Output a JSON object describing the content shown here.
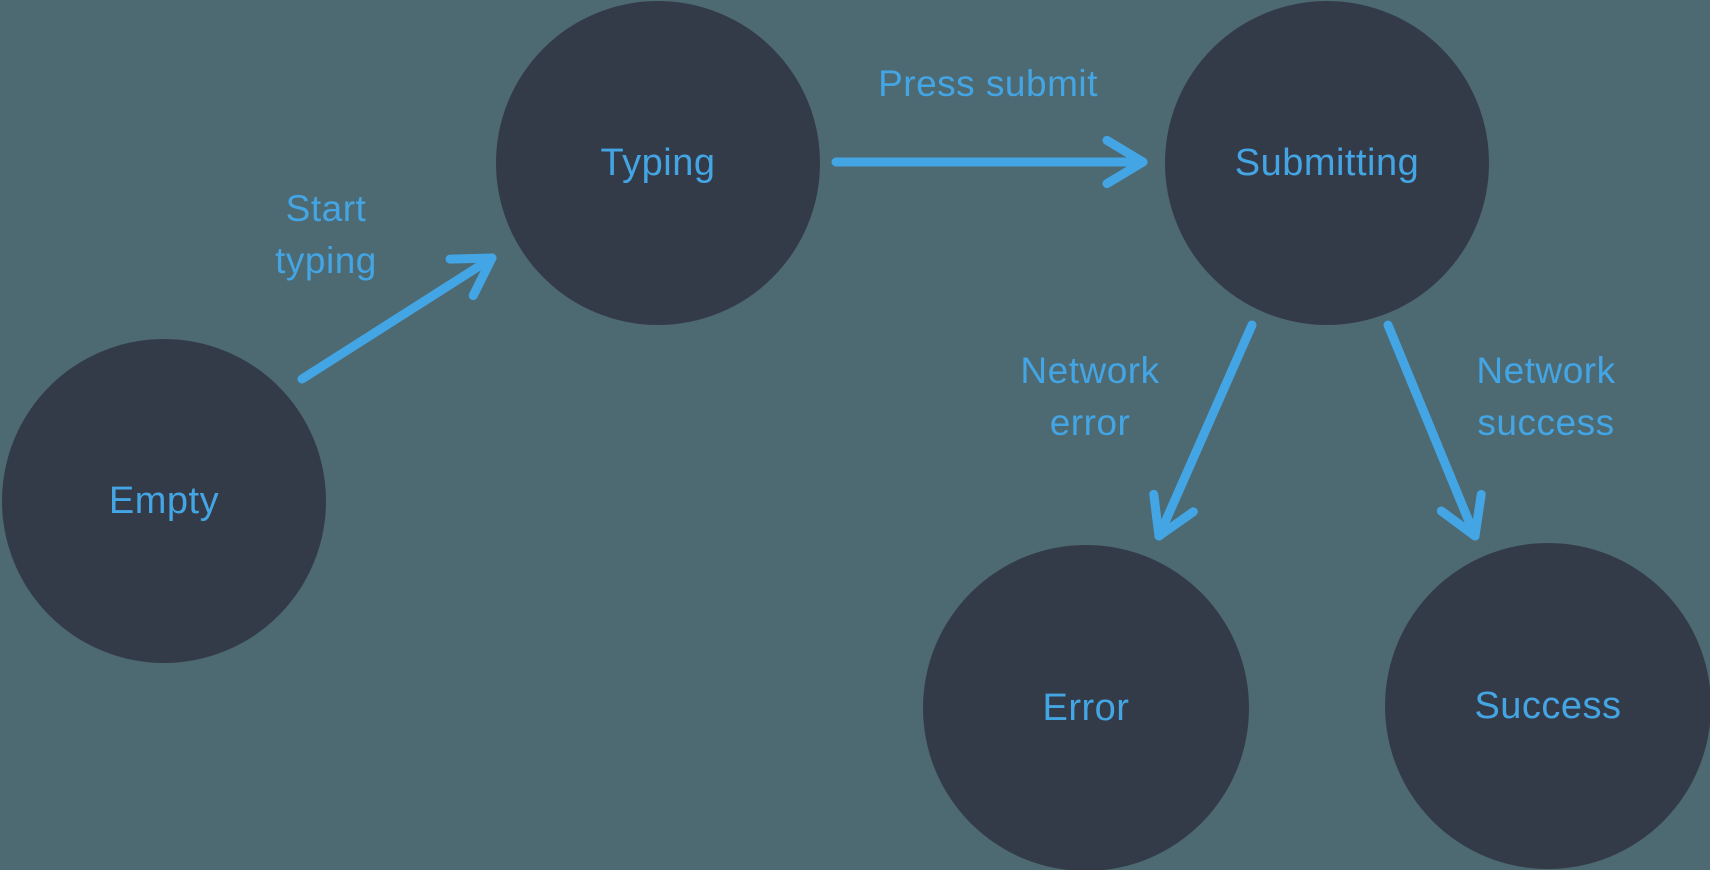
{
  "diagram": {
    "type": "state-machine",
    "nodes": [
      {
        "id": "empty",
        "label": "Empty"
      },
      {
        "id": "typing",
        "label": "Typing"
      },
      {
        "id": "submitting",
        "label": "Submitting"
      },
      {
        "id": "error",
        "label": "Error"
      },
      {
        "id": "success",
        "label": "Success"
      }
    ],
    "edges": [
      {
        "from": "empty",
        "to": "typing",
        "label": "Start typing",
        "label_lines": [
          "Start",
          "typing"
        ]
      },
      {
        "from": "typing",
        "to": "submitting",
        "label": "Press submit",
        "label_lines": [
          "Press submit"
        ]
      },
      {
        "from": "submitting",
        "to": "error",
        "label": "Network error",
        "label_lines": [
          "Network",
          "error"
        ]
      },
      {
        "from": "submitting",
        "to": "success",
        "label": "Network success",
        "label_lines": [
          "Network",
          "success"
        ]
      }
    ],
    "colors": {
      "background": "#4D6971",
      "node_fill": "#343B48",
      "accent_blue": "#44A5E5"
    }
  }
}
